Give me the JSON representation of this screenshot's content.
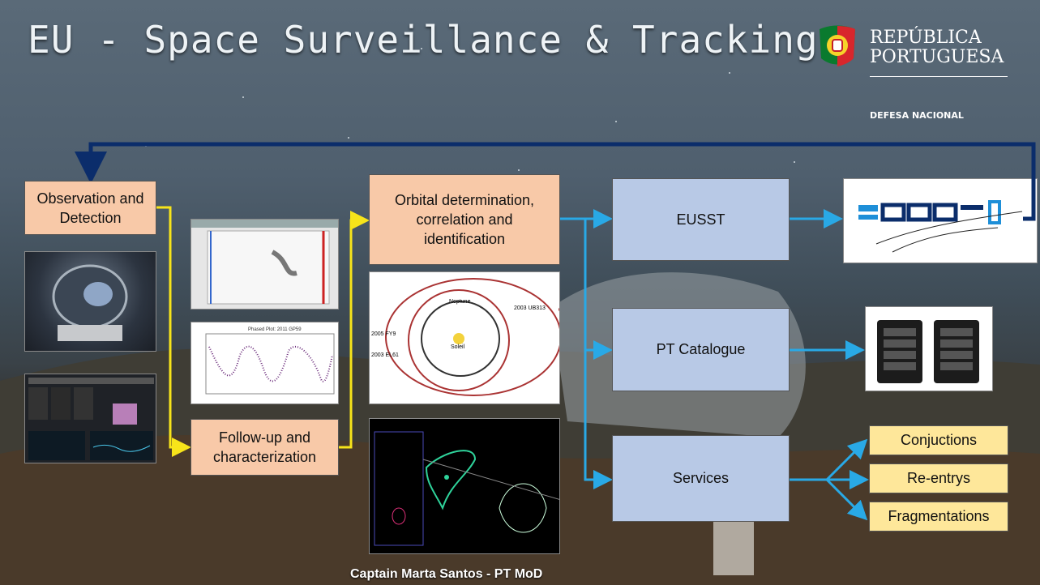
{
  "title": "EU - Space Surveillance & Tracking",
  "logo": {
    "line1": "REPÚBLICA",
    "line2": "PORTUGUESA",
    "ministry": "DEFESA NACIONAL"
  },
  "boxes": {
    "observation": "Observation and Detection",
    "followup": "Follow-up and characterization",
    "orbital": "Orbital determination, correlation and identification",
    "eusst": "EUSST",
    "pt_catalogue": "PT Catalogue",
    "services": "Services",
    "conjunctions": "Conjuctions",
    "reentrys": "Re-entrys",
    "fragmentations": "Fragmentations"
  },
  "images": {
    "phased_plot_title": "Phased Plot: 2011 GP59",
    "orbit_labels": [
      "2003 UB313",
      "2005 FY9",
      "2003 EL61",
      "Neptune",
      "Soleil"
    ]
  },
  "footer": "Captain Marta Santos - PT MoD",
  "colors": {
    "flow_arrow": "#29a9e6",
    "feedback_arrow": "#0b2d6b",
    "followup_arrow": "#f7e41a",
    "orange_box": "#f8c9a8",
    "blue_box": "#b8c9e6",
    "yellow_box": "#fee79a"
  }
}
